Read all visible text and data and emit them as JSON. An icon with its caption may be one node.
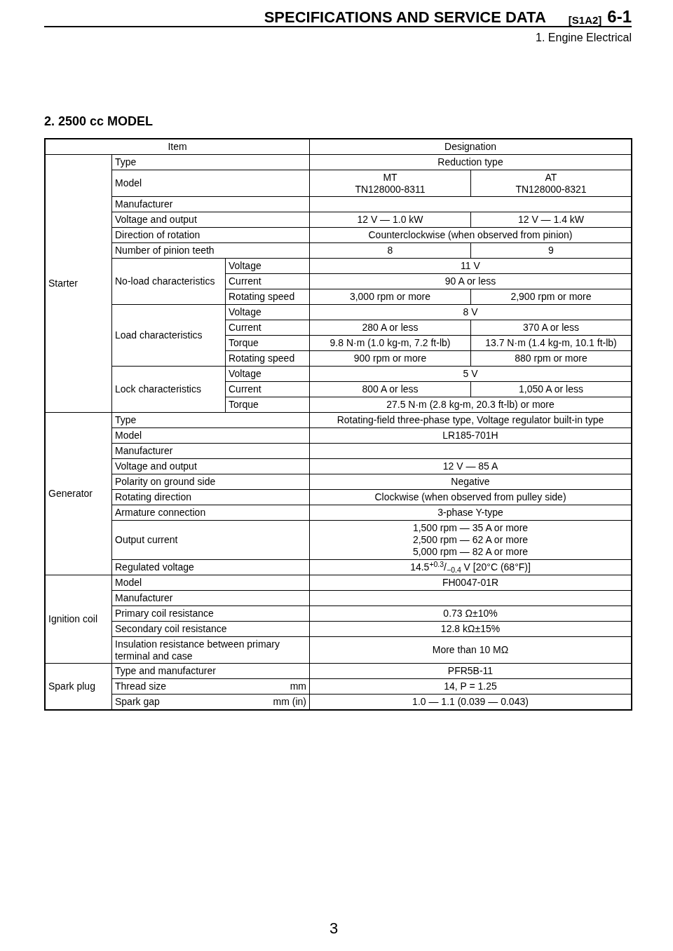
{
  "diagram": {
    "title": "2. 2500 cc MODEL",
    "labels": [
      "SPECIFICATIONS AND SERVICE DATA",
      "[S1A2]",
      "6-1",
      "1. Engine Electrical",
      "Item",
      "Designation",
      "Starter",
      "Type",
      "Reduction type",
      "Model",
      "MT",
      "TN128000-8311",
      "AT",
      "TN128000-8321",
      "Manufacturer",
      "Voltage and output",
      "12 V — 1.0 kW",
      "12 V — 1.4 kW",
      "Direction of rotation",
      "Counterclockwise (when observed from pinion)",
      "Number of pinion teeth",
      "8",
      "9",
      "No-load characteristics",
      "Voltage",
      "11 V",
      "Current",
      "90 A or less",
      "Rotating speed",
      "3,000 rpm or more",
      "2,900 rpm or more",
      "Load characteristics",
      "Voltage",
      "8 V",
      "Current",
      "280 A or less",
      "370 A or less",
      "Torque",
      "9.8 N·m (1.0 kg-m, 7.2 ft-lb)",
      "13.7 N·m (1.4 kg-m, 10.1 ft-lb)",
      "Rotating speed",
      "900 rpm or more",
      "880 rpm or more",
      "Lock characteristics",
      "Voltage",
      "5 V",
      "Current",
      "800 A or less",
      "1,050 A or less",
      "Torque",
      "27.5 N·m (2.8 kg-m, 20.3 ft-lb) or more",
      "Generator",
      "Type",
      "Rotating-field three-phase type, Voltage regulator built-in type",
      "Model",
      "LR185-701H",
      "Manufacturer",
      "Voltage and output",
      "12 V — 85 A",
      "Polarity on ground side",
      "Negative",
      "Rotating direction",
      "Clockwise (when observed from pulley side)",
      "Armature connection",
      "3-phase Y-type",
      "Output current",
      "1,500 rpm — 35 A or more",
      "2,500 rpm — 62 A or more",
      "5,000 rpm — 82 A or more",
      "Regulated voltage",
      "14.5$^{+0.3}$/$_{−0.4}$ V [20°C (68°F)]",
      "Ignition coil",
      "Model",
      "FH0047-01R",
      "Manufacturer",
      "Primary coil resistance",
      "0.73 Ω±10%",
      "Secondary coil resistance",
      "12.8 kΩ±15%",
      "Insulation resistance between primary terminal and case",
      "More than 10 MΩ",
      "Spark plug",
      "Type and manufacturer",
      "PFR5B-11",
      "Thread size",
      "mm",
      "14, P = 1.25",
      "Spark gap",
      "mm (in)",
      "1.0 — 1.1 (0.039 — 0.043)",
      "3"
    ]
  }
}
